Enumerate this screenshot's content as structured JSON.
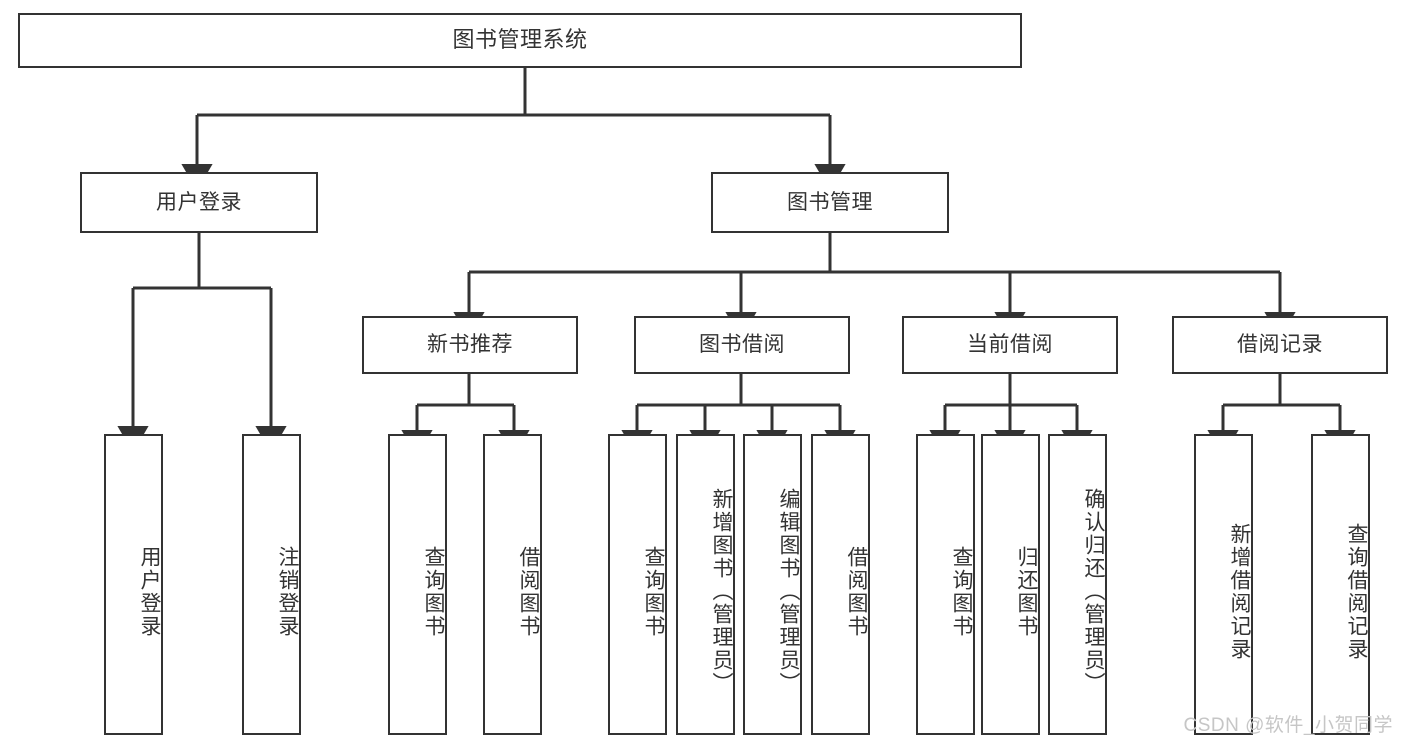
{
  "diagram": {
    "title": "图书管理系统",
    "type": "hierarchy-tree",
    "watermark": "CSDN @软件_小贺同学",
    "colors": {
      "stroke": "#333333",
      "box_fill": "#ffffff",
      "text": "#333333",
      "watermark": "#c6c6c6",
      "background": "#ffffff"
    },
    "nodes": {
      "root": {
        "label": "图书管理系统"
      },
      "level1": [
        {
          "id": "user-login",
          "label": "用户登录"
        },
        {
          "id": "book-manage",
          "label": "图书管理"
        }
      ],
      "level2": [
        {
          "id": "new-book-recommend",
          "label": "新书推荐"
        },
        {
          "id": "book-borrow",
          "label": "图书借阅"
        },
        {
          "id": "current-borrow",
          "label": "当前借阅"
        },
        {
          "id": "borrow-record",
          "label": "借阅记录"
        }
      ],
      "leaves": {
        "user_login": [
          {
            "id": "leaf-user-login",
            "label": "用户登录"
          },
          {
            "id": "leaf-logout-login",
            "label": "注销登录"
          }
        ],
        "new_book_recommend": [
          {
            "id": "leaf-query-book-1",
            "label": "查询图书"
          },
          {
            "id": "leaf-borrow-book-1",
            "label": "借阅图书"
          }
        ],
        "book_borrow": [
          {
            "id": "leaf-query-book-2",
            "label": "查询图书"
          },
          {
            "id": "leaf-add-book",
            "label": "新增图书（管理员）"
          },
          {
            "id": "leaf-edit-book",
            "label": "编辑图书（管理员）"
          },
          {
            "id": "leaf-borrow-book-2",
            "label": "借阅图书"
          }
        ],
        "current_borrow": [
          {
            "id": "leaf-query-book-3",
            "label": "查询图书"
          },
          {
            "id": "leaf-return-book",
            "label": "归还图书"
          },
          {
            "id": "leaf-confirm-return",
            "label": "确认归还（管理员）"
          }
        ],
        "borrow_record": [
          {
            "id": "leaf-add-borrow-record",
            "label": "新增借阅记录"
          },
          {
            "id": "leaf-query-borrow-record",
            "label": "查询借阅记录"
          }
        ]
      }
    }
  }
}
